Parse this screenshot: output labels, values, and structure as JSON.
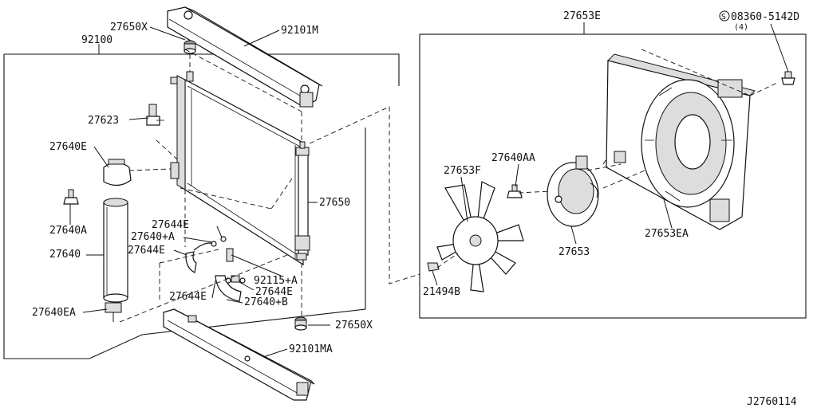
{
  "diagram_code": "J2760114",
  "screw_qty": "(4)",
  "labels": {
    "l_27650X_top": "27650X",
    "l_92101M": "92101M",
    "l_92100": "92100",
    "l_27623": "27623",
    "l_27640E": "27640E",
    "l_27640A": "27640A",
    "l_27640": "27640",
    "l_27644E_1": "27644E",
    "l_27640pA": "27640+A",
    "l_27644E_2": "27644E",
    "l_27650": "27650",
    "l_92115pA": "92115+A",
    "l_27644E_3": "27644E",
    "l_27644E_4": "27644E",
    "l_27640pB": "27640+B",
    "l_27640EA": "27640EA",
    "l_27650X_bot": "27650X",
    "l_92101MA": "92101MA",
    "l_27653E": "27653E",
    "l_08360": "08360-5142D",
    "l_27653F": "27653F",
    "l_27640AA": "27640AA",
    "l_27653": "27653",
    "l_27653EA": "27653EA",
    "l_21494B": "21494B"
  }
}
